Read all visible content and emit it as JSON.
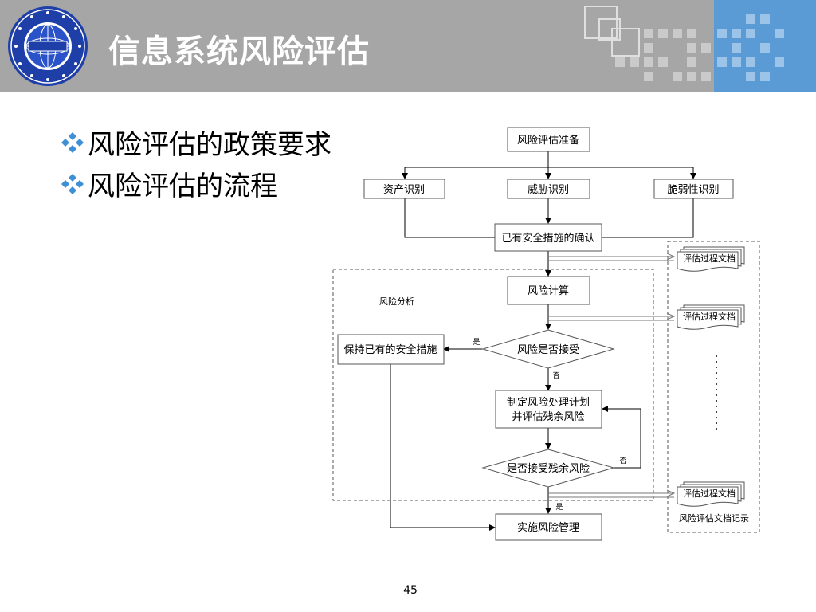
{
  "slide": {
    "title": "信息系统风险评估",
    "bullets": [
      "风险评估的政策要求",
      "风险评估的流程"
    ],
    "page_number": "45"
  },
  "flowchart": {
    "prepare": "风险评估准备",
    "asset": "资产识别",
    "threat": "威胁识别",
    "vuln": "脆弱性识别",
    "confirm": "已有安全措施的确认",
    "analysis_label": "风险分析",
    "calc": "风险计算",
    "accept_q": "风险是否接受",
    "keep": "保持已有的安全措施",
    "plan_line1": "制定风险处理计划",
    "plan_line2": "并评估残余风险",
    "residual_q": "是否接受残余风险",
    "implement": "实施风险管理",
    "doc": "评估过程文档",
    "record": "风险评估文档记录",
    "yes": "是",
    "no": "否"
  },
  "colors": {
    "header_gray": "#a6a6a6",
    "header_blue": "#5b9bd5",
    "bullet_blue": "#3d8fd6",
    "logo_blue": "#1f3fa8"
  }
}
